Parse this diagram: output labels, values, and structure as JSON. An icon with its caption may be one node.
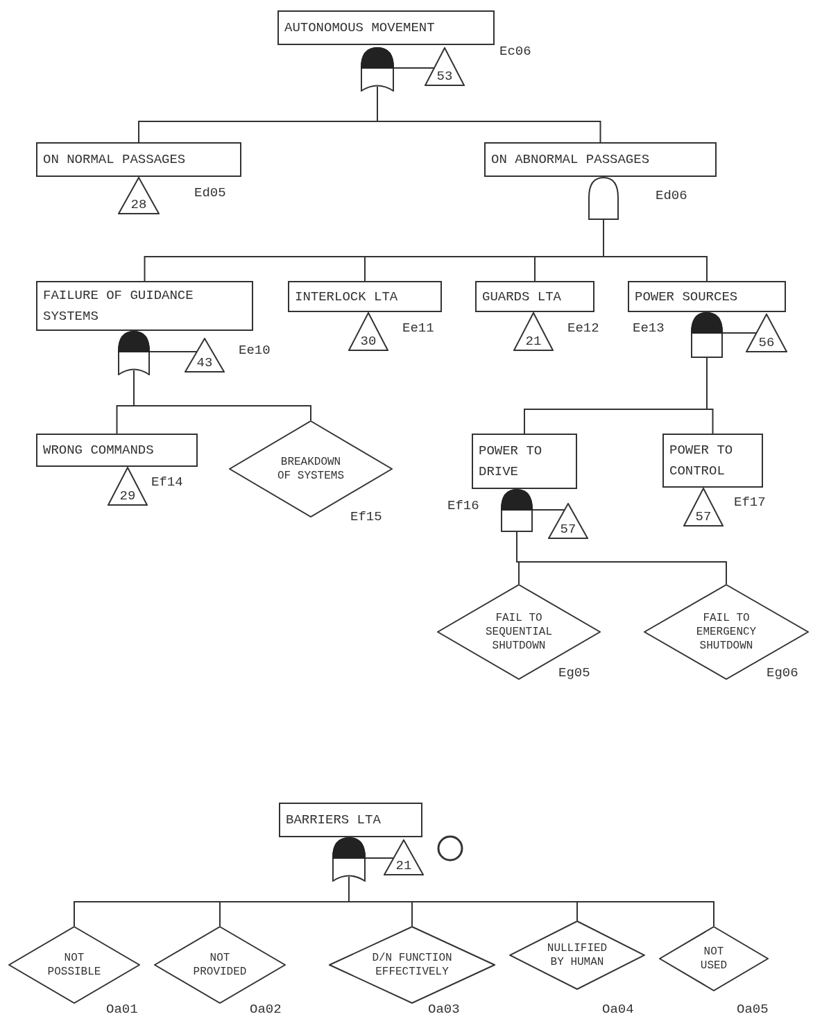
{
  "diagram": {
    "nodes": [
      {
        "text": [
          "AUTONOMOUS MOVEMENT"
        ],
        "beside": [
          "Ec06"
        ]
      },
      {
        "text": [],
        "shape": "or-gate"
      },
      {
        "text": [
          "53"
        ]
      },
      {
        "text": [
          "ON NORMAL PASSAGES"
        ],
        "beside": [
          "Ed05"
        ]
      },
      {
        "text": [
          "28"
        ]
      },
      {
        "text": [
          "ON ABNORMAL PASSAGES"
        ],
        "beside": [
          "Ed06"
        ]
      },
      {
        "text": [],
        "shape": "and-gate"
      },
      {
        "text": [
          "FAILURE OF GUIDANCE SYSTEMS"
        ],
        "beside": [
          "Ee10"
        ]
      },
      {
        "text": [],
        "shape": "or-gate"
      },
      {
        "text": [
          "43"
        ]
      },
      {
        "text": [
          "INTERLOCK LTA"
        ],
        "beside": [
          "Ee11"
        ]
      },
      {
        "text": [
          "30"
        ]
      },
      {
        "text": [
          "GUARDS LTA"
        ],
        "beside": [
          "Ee12"
        ]
      },
      {
        "text": [
          "21"
        ]
      },
      {
        "text": [
          "POWER SOURCES"
        ],
        "beside": [
          "Ee13"
        ]
      },
      {
        "text": [],
        "shape": "and-gate"
      },
      {
        "text": [
          "56"
        ]
      },
      {
        "text": [
          "WRONG COMMANDS"
        ],
        "beside": [
          "Ef14"
        ]
      },
      {
        "text": [
          "29"
        ]
      },
      {
        "text": [
          "BREAKDOWN OF SYSTEMS"
        ],
        "beside": [
          "Ef15"
        ]
      },
      {
        "text": [
          "POWER TO DRIVE"
        ],
        "beside": [
          "Ef16"
        ]
      },
      {
        "text": [],
        "shape": "and-gate"
      },
      {
        "text": [
          "57"
        ]
      },
      {
        "text": [
          "POWER TO CONTROL"
        ],
        "beside": [
          "Ef17"
        ]
      },
      {
        "text": [
          "57"
        ]
      },
      {
        "text": [
          "FAIL TO SEQUENTIAL SHUTDOWN"
        ],
        "beside": [
          "Eg05"
        ]
      },
      {
        "text": [
          "FAIL TO EMERGENCY SHUTDOWN"
        ],
        "beside": [
          "Eg06"
        ]
      },
      {
        "text": [
          "BARRIERS LTA"
        ]
      },
      {
        "text": [],
        "shape": "or-gate"
      },
      {
        "text": [
          "21"
        ]
      },
      {
        "text": [],
        "shape": "circle"
      },
      {
        "text": [
          "NOT POSSIBLE"
        ],
        "beside": [
          "Oa01"
        ]
      },
      {
        "text": [
          "NOT PROVIDED"
        ],
        "beside": [
          "Oa02"
        ]
      },
      {
        "text": [
          "D/N FUNCTION EFFECTIVELY"
        ],
        "beside": [
          "Oa03"
        ]
      },
      {
        "text": [
          "NULLIFIED BY HUMAN"
        ],
        "beside": [
          "Oa04"
        ]
      },
      {
        "text": [
          "NOT USED"
        ],
        "beside": [
          "Oa05"
        ]
      }
    ],
    "edges": [
      {
        "from": 1,
        "to": 2,
        "arrow": "none"
      },
      {
        "from": 1,
        "to": 3,
        "arrow": "none"
      },
      {
        "from": 1,
        "to": 5,
        "arrow": "none"
      },
      {
        "from": 6,
        "to": 7,
        "arrow": "none"
      },
      {
        "from": 6,
        "to": 10,
        "arrow": "none"
      },
      {
        "from": 6,
        "to": 12,
        "arrow": "none"
      },
      {
        "from": 6,
        "to": 14,
        "arrow": "none"
      },
      {
        "from": 8,
        "to": 9,
        "arrow": "none"
      },
      {
        "from": 8,
        "to": 17,
        "arrow": "none"
      },
      {
        "from": 8,
        "to": 19,
        "arrow": "none"
      },
      {
        "from": 15,
        "to": 16,
        "arrow": "none"
      },
      {
        "from": 15,
        "to": 20,
        "arrow": "none"
      },
      {
        "from": 15,
        "to": 23,
        "arrow": "none"
      },
      {
        "from": 21,
        "to": 22,
        "arrow": "none"
      },
      {
        "from": 21,
        "to": 25,
        "arrow": "none"
      },
      {
        "from": 21,
        "to": 26,
        "arrow": "none"
      },
      {
        "from": 28,
        "to": 29,
        "arrow": "none"
      },
      {
        "from": 28,
        "to": 31,
        "arrow": "none"
      },
      {
        "from": 28,
        "to": 32,
        "arrow": "none"
      },
      {
        "from": 28,
        "to": 33,
        "arrow": "none"
      },
      {
        "from": 28,
        "to": 34,
        "arrow": "none"
      },
      {
        "from": 28,
        "to": 35,
        "arrow": "none"
      }
    ]
  }
}
